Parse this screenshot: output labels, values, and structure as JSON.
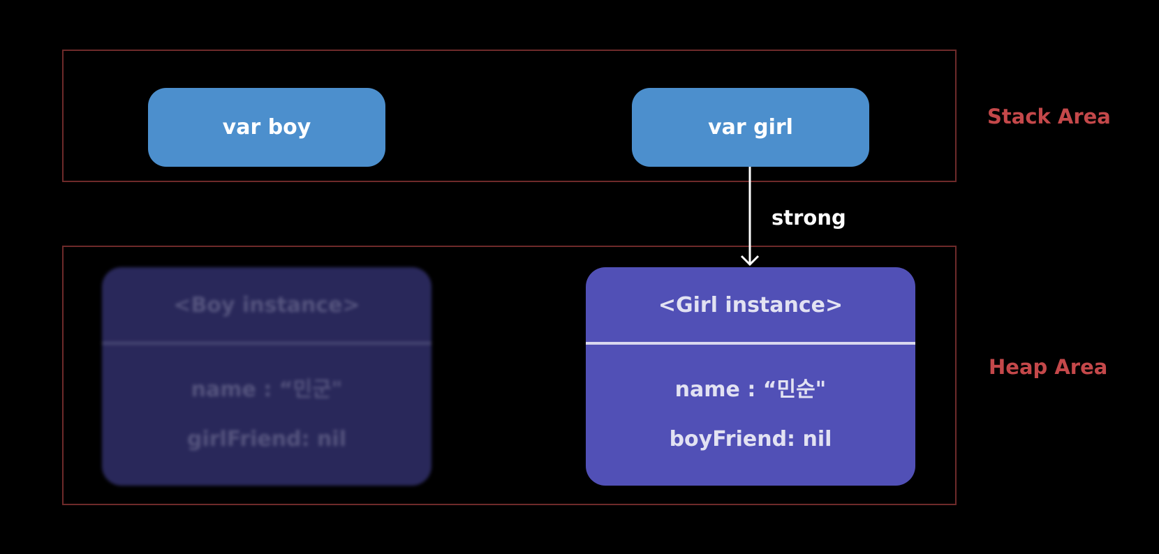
{
  "stack_area": {
    "label": "Stack Area",
    "variables": [
      {
        "label": "var boy"
      },
      {
        "label": "var girl"
      }
    ]
  },
  "heap_area": {
    "label": "Heap Area",
    "instances": [
      {
        "title": "<Boy instance>",
        "properties": [
          "name : “민군\"",
          "girlFriend: nil"
        ],
        "state": "blurred"
      },
      {
        "title": "<Girl instance>",
        "properties": [
          "name : “민순\"",
          "boyFriend: nil"
        ],
        "state": "active"
      }
    ]
  },
  "references": [
    {
      "from": "var girl",
      "to": "<Girl instance>",
      "label": "strong"
    }
  ],
  "colors": {
    "background": "#000000",
    "frame_border": "#6e2a2a",
    "area_label": "#c4484a",
    "variable_box": "#4c8fcd",
    "instance_active": "#5150b6",
    "instance_blurred": "#29285a",
    "arrow": "#ffffff"
  }
}
